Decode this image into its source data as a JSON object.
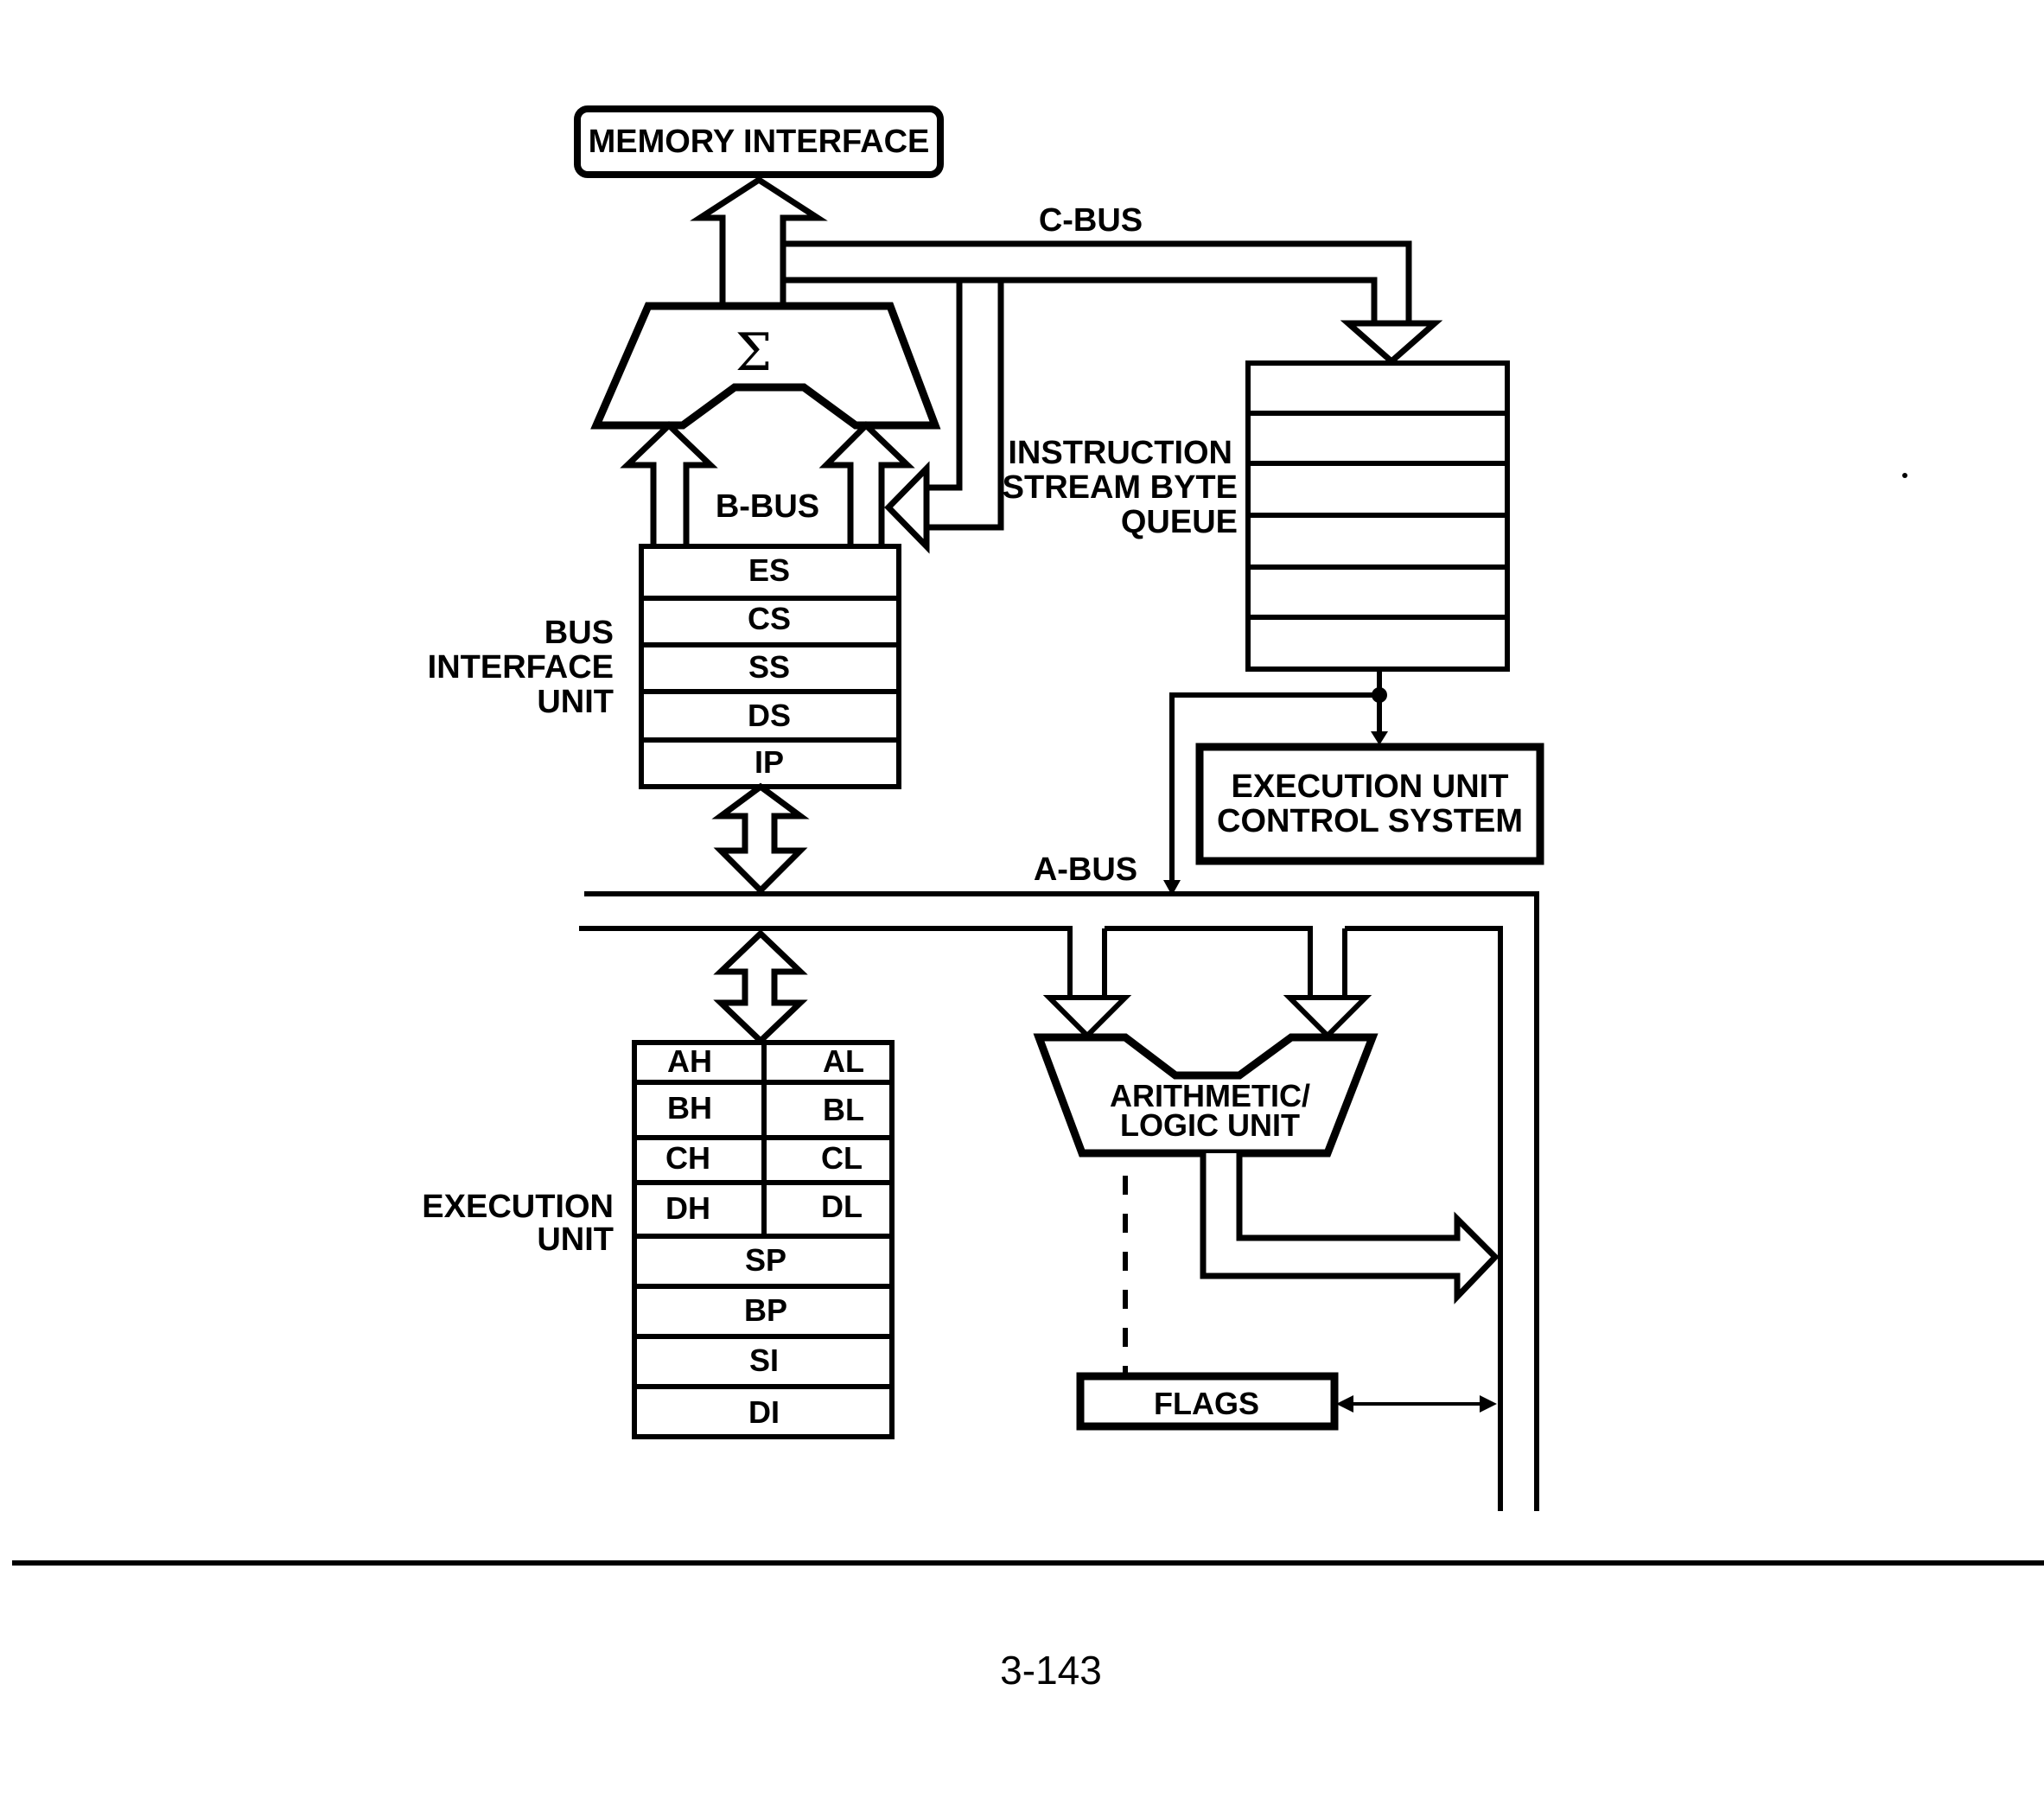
{
  "memory_interface": "MEMORY INTERFACE",
  "c_bus": "C-BUS",
  "b_bus": "B-BUS",
  "a_bus": "A-BUS",
  "sigma": "Σ",
  "queue_label": [
    "INSTRUCTION",
    "STREAM BYTE",
    "QUEUE"
  ],
  "biu_label": [
    "BUS",
    "INTERFACE",
    "UNIT"
  ],
  "segment_registers": [
    "ES",
    "CS",
    "SS",
    "DS",
    "IP"
  ],
  "eu_control": [
    "EXECUTION UNIT",
    "CONTROL SYSTEM"
  ],
  "eu_label": [
    "EXECUTION",
    "UNIT"
  ],
  "general_registers": [
    {
      "high": "AH",
      "low": "AL"
    },
    {
      "high": "BH",
      "low": "BL"
    },
    {
      "high": "CH",
      "low": "CL"
    },
    {
      "high": "DH",
      "low": "DL"
    }
  ],
  "pointer_registers": [
    "SP",
    "BP",
    "SI",
    "DI"
  ],
  "alu_label": [
    "ARITHMETIC/",
    "LOGIC UNIT"
  ],
  "flags": "FLAGS",
  "page_number": "3-143"
}
